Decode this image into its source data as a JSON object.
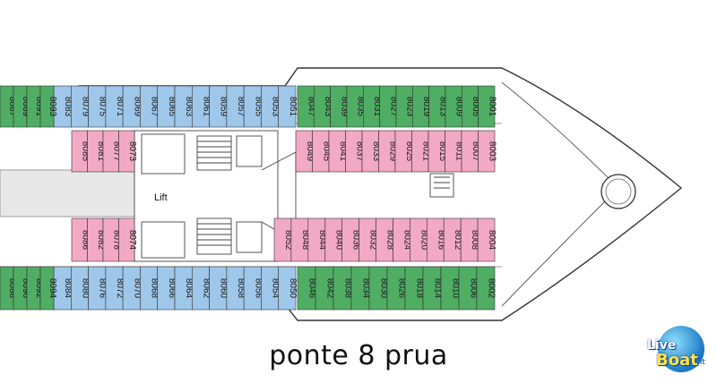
{
  "caption": "ponte 8 prua",
  "lift_label": "Lift",
  "brand": {
    "line1": "Live",
    "line2": "Boat",
    "suffix": ".it"
  },
  "colors": {
    "blue": "#9ec7ea",
    "green": "#4fae64",
    "pink": "#f2a9c6",
    "grey": "#a8a8a8",
    "outline": "#333333"
  },
  "rows": [
    {
      "id": "outer-top",
      "label_pos": "bottom",
      "cabins": [
        {
          "num": "8051",
          "type": "blue"
        },
        {
          "num": "8053",
          "type": "blue"
        },
        {
          "num": "8055",
          "type": "blue"
        },
        {
          "num": "8057",
          "type": "blue"
        },
        {
          "num": "8059",
          "type": "blue"
        },
        {
          "num": "8061",
          "type": "blue"
        },
        {
          "num": "8063",
          "type": "blue"
        },
        {
          "num": "8065",
          "type": "blue"
        },
        {
          "num": "8067",
          "type": "blue"
        },
        {
          "num": "8069",
          "type": "blue"
        },
        {
          "num": "8071",
          "type": "blue"
        },
        {
          "num": "8075",
          "type": "blue"
        },
        {
          "num": "8079",
          "type": "blue"
        },
        {
          "num": "8083",
          "type": "blue"
        },
        {
          "num": "8001",
          "type": "green"
        },
        {
          "num": "8005",
          "type": "green"
        },
        {
          "num": "8009",
          "type": "green"
        },
        {
          "num": "8013",
          "type": "green"
        },
        {
          "num": "8019",
          "type": "green"
        },
        {
          "num": "8023",
          "type": "green"
        },
        {
          "num": "8027",
          "type": "green"
        },
        {
          "num": "8031",
          "type": "green"
        },
        {
          "num": "8035",
          "type": "green"
        },
        {
          "num": "8039",
          "type": "green"
        },
        {
          "num": "8043",
          "type": "green"
        },
        {
          "num": "8047",
          "type": "green"
        },
        {
          "num": "8087",
          "type": "green"
        },
        {
          "num": "8089",
          "type": "green"
        },
        {
          "num": "8091",
          "type": "green"
        },
        {
          "num": "8093",
          "type": "green"
        }
      ]
    },
    {
      "id": "inner-top",
      "label_pos": "top",
      "cabins": [
        {
          "num": "8003",
          "type": "pink"
        },
        {
          "num": "8007",
          "type": "pink"
        },
        {
          "num": "8011",
          "type": "pink"
        },
        {
          "num": "8015",
          "type": "pink"
        },
        {
          "num": "8021",
          "type": "pink"
        },
        {
          "num": "8025",
          "type": "pink"
        },
        {
          "num": "8029",
          "type": "pink"
        },
        {
          "num": "8033",
          "type": "pink"
        },
        {
          "num": "8037",
          "type": "pink"
        },
        {
          "num": "8041",
          "type": "pink"
        },
        {
          "num": "8045",
          "type": "pink"
        },
        {
          "num": "8049",
          "type": "pink"
        },
        {
          "num": "8073",
          "type": "pink"
        },
        {
          "num": "8077",
          "type": "pink"
        },
        {
          "num": "8081",
          "type": "pink"
        },
        {
          "num": "8085",
          "type": "pink"
        }
      ]
    },
    {
      "id": "inner-bottom",
      "label_pos": "bottom",
      "cabins": [
        {
          "num": "8004",
          "type": "pink"
        },
        {
          "num": "8008",
          "type": "pink"
        },
        {
          "num": "8012",
          "type": "pink"
        },
        {
          "num": "8016",
          "type": "pink"
        },
        {
          "num": "8020",
          "type": "pink"
        },
        {
          "num": "8024",
          "type": "pink"
        },
        {
          "num": "8028",
          "type": "pink"
        },
        {
          "num": "8032",
          "type": "pink"
        },
        {
          "num": "8036",
          "type": "pink"
        },
        {
          "num": "8040",
          "type": "pink"
        },
        {
          "num": "8044",
          "type": "pink"
        },
        {
          "num": "8048",
          "type": "pink"
        },
        {
          "num": "8052",
          "type": "pink"
        },
        {
          "num": "8074",
          "type": "pink"
        },
        {
          "num": "8078",
          "type": "pink"
        },
        {
          "num": "8082",
          "type": "pink"
        },
        {
          "num": "8086",
          "type": "pink"
        }
      ]
    },
    {
      "id": "outer-bottom",
      "label_pos": "top",
      "cabins": [
        {
          "num": "8002",
          "type": "green"
        },
        {
          "num": "8006",
          "type": "green"
        },
        {
          "num": "8010",
          "type": "green"
        },
        {
          "num": "8014",
          "type": "green"
        },
        {
          "num": "8018",
          "type": "green"
        },
        {
          "num": "8026",
          "type": "green"
        },
        {
          "num": "8030",
          "type": "green"
        },
        {
          "num": "8034",
          "type": "green"
        },
        {
          "num": "8038",
          "type": "green"
        },
        {
          "num": "8042",
          "type": "green"
        },
        {
          "num": "8046",
          "type": "green"
        },
        {
          "num": "8050",
          "type": "blue"
        },
        {
          "num": "8054",
          "type": "blue"
        },
        {
          "num": "8056",
          "type": "blue"
        },
        {
          "num": "8058",
          "type": "blue"
        },
        {
          "num": "8060",
          "type": "blue"
        },
        {
          "num": "8062",
          "type": "blue"
        },
        {
          "num": "8064",
          "type": "blue"
        },
        {
          "num": "8066",
          "type": "blue"
        },
        {
          "num": "8068",
          "type": "blue"
        },
        {
          "num": "8070",
          "type": "blue"
        },
        {
          "num": "8072",
          "type": "blue"
        },
        {
          "num": "8076",
          "type": "blue"
        },
        {
          "num": "8080",
          "type": "blue"
        },
        {
          "num": "8084",
          "type": "blue"
        },
        {
          "num": "8088",
          "type": "green"
        },
        {
          "num": "8090",
          "type": "green"
        },
        {
          "num": "8092",
          "type": "green"
        },
        {
          "num": "8094",
          "type": "green"
        }
      ]
    }
  ]
}
